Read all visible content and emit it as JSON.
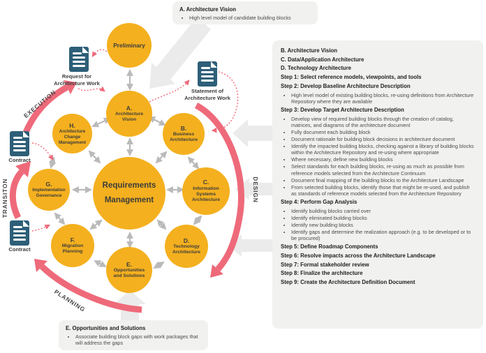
{
  "circles": {
    "preliminary": [
      "Preliminary"
    ],
    "a": [
      "A.",
      "Architecture",
      "Vision"
    ],
    "b": [
      "B.",
      "Business",
      "Architecture"
    ],
    "c": [
      "C.",
      "Information",
      "Systems",
      "Architecture"
    ],
    "d": [
      "D.",
      "Technology",
      "Architecture"
    ],
    "e": [
      "E.",
      "Opportunities",
      "and Solutions"
    ],
    "f": [
      "F.",
      "Migration",
      "Planning"
    ],
    "g": [
      "G.",
      "Implementation",
      "Governance"
    ],
    "h": [
      "H.",
      "Architecture",
      "Change",
      "Management"
    ],
    "requirements": [
      "Requirements",
      "Management"
    ]
  },
  "documents": {
    "request": [
      "Request for",
      "Architecture Work"
    ],
    "statement": [
      "Statement of",
      "Architecture Work"
    ],
    "contract_upper": [
      "Contract"
    ],
    "contract_lower": [
      "Contract"
    ]
  },
  "ribbons": {
    "execution": "EXECUTION",
    "design": "DESIGN",
    "transition": "TRANSITON",
    "planning": "PLANNING"
  },
  "callouts": {
    "vision": {
      "title": "A. Architecture Vision",
      "bullets": [
        "High level model of candidate building blocks"
      ]
    },
    "opportunities": {
      "title": "E. Opportunities and Solutions",
      "bullets": [
        "Associate building block gaps with work packages that will address the gaps"
      ]
    }
  },
  "detail_panel": {
    "sections": [
      {
        "title": "B. Architecture Vision",
        "bullets": []
      },
      {
        "title": "C. Data/Application Architecture",
        "bullets": []
      },
      {
        "title": "D. Technology Architecture",
        "bullets": []
      },
      {
        "title": "Step 1: Select reference models, viewpoints, and tools",
        "bullets": []
      },
      {
        "title": "Step 2: Develop Baseline Architecture Description",
        "bullets": [
          "High level model of existing building blocks, re-using definitions from Architecture Repository where they are available"
        ]
      },
      {
        "title": "Step 3: Develop Target Architecture Description",
        "bullets": [
          "Develop view of required building blocks through the creation of catalog, matrices, and diagrams of the architecture document",
          "Fully document each building block",
          "Document rationale for building block decisions in architecture document",
          "Identify the impacted building blocks, checking against a library of building blocks within the Architecture Repository and re-using where appropriate",
          "Where necessary, define new building blocks",
          "Select standards for each building blocks, re-using as much as possible from reference models selected from the Architecture Continuum",
          "Document final mapping of the building blocks to the Architecture Landscape",
          "From selected building blocks, identify those that might be re-used, and publish as standards of reference models selected from the Architecture Repository"
        ]
      },
      {
        "title": "Step 4: Perform Gap Analysis",
        "bullets": [
          "Identify building blocks carried over",
          "Identify eliminated building blocks",
          "Identify new building blocks",
          "Identify gaps and determine the realization approach (e.g. to be developed or to be procured)"
        ]
      },
      {
        "title": "Step 5: Define Roadmap Components",
        "bullets": []
      },
      {
        "title": "Step 6: Resolve impacts across the Architecture Landscape",
        "bullets": []
      },
      {
        "title": "Step 7: Formal stakeholder review",
        "bullets": []
      },
      {
        "title": "Step 8: Finalize the architecture",
        "bullets": []
      },
      {
        "title": "Step 9: Create the Architecture Definition Document",
        "bullets": []
      }
    ]
  },
  "colors": {
    "circle_yellow": "#F4B01E",
    "ribbon_pink": "#EE6A7A",
    "document_navy": "#2E5F78",
    "connector_gray": "#BABABA",
    "callout_arrow_gray": "#EBEBEB",
    "panel_bg": "#F1F1F0"
  }
}
